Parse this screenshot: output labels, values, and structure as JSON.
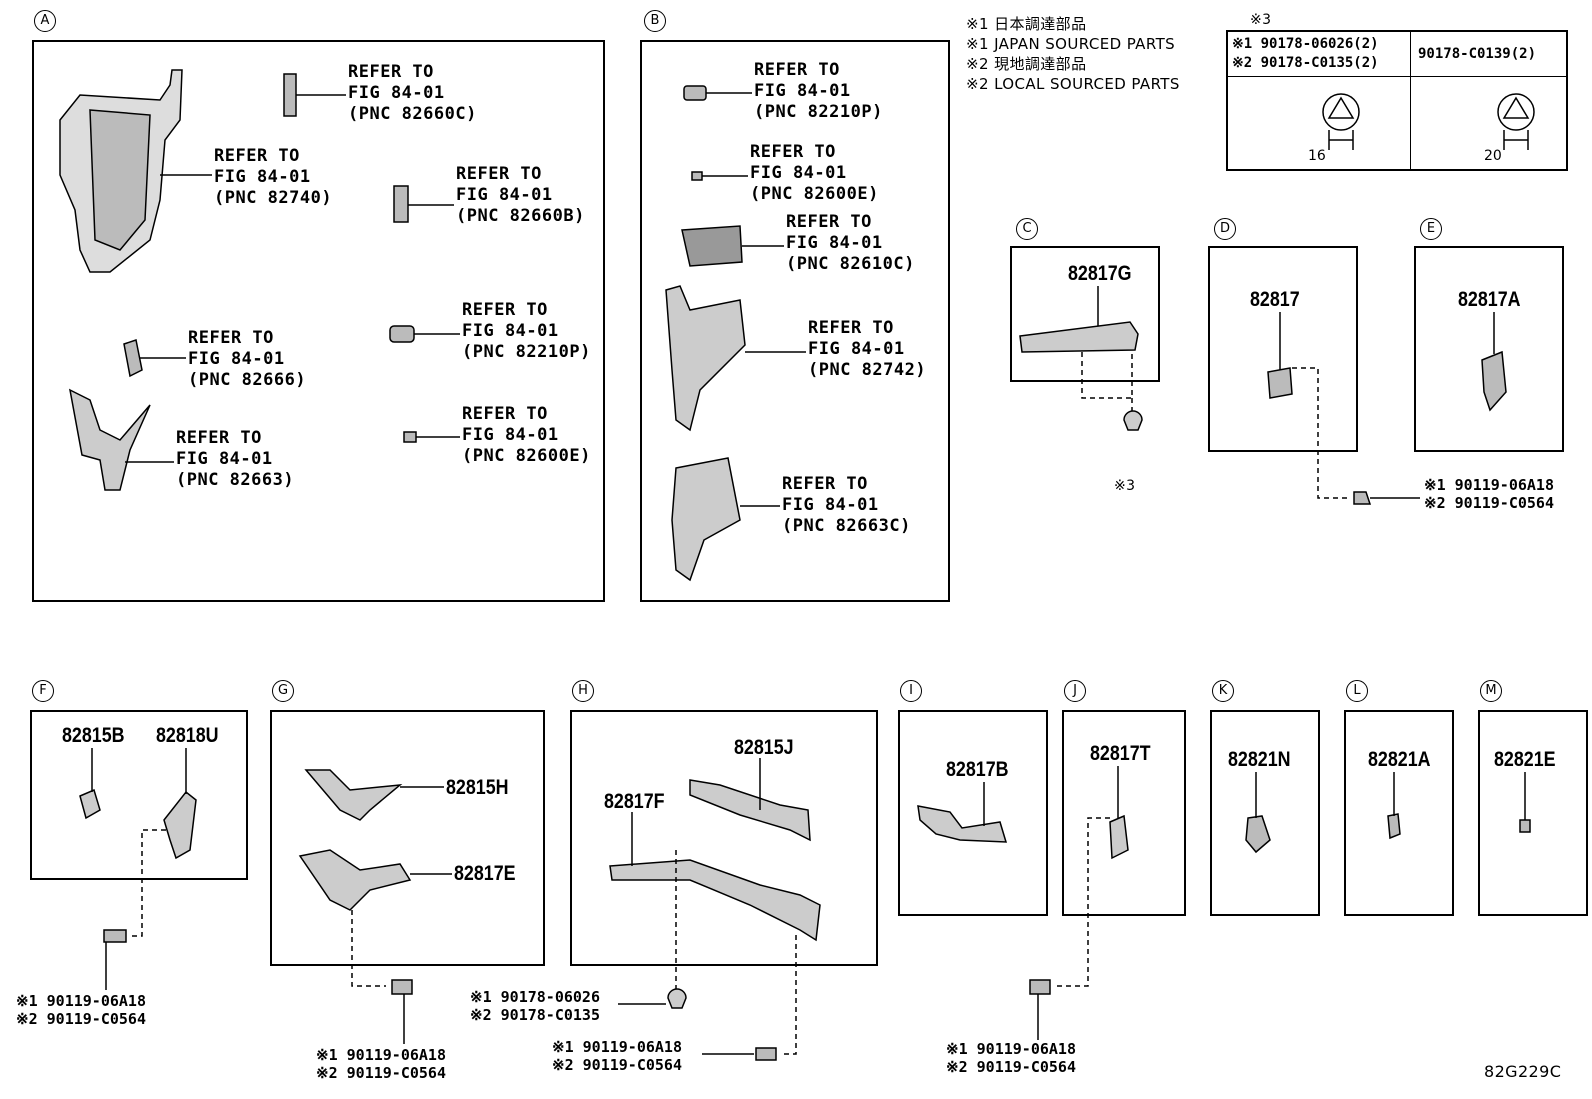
{
  "notes": {
    "line1": "※1 日本調達部品",
    "line2": "※1 JAPAN SOURCED PARTS",
    "line3": "※2 現地調達部品",
    "line4": "※2 LOCAL SOURCED PARTS"
  },
  "table": {
    "mark": "※3",
    "col1_line1": "※1 90178-06026(2)",
    "col1_line2": "※2 90178-C0135(2)",
    "col2": "90178-C0139(2)",
    "dim1": "16",
    "dim2": "20"
  },
  "sections": {
    "A": "A",
    "B": "B",
    "C": "C",
    "D": "D",
    "E": "E",
    "F": "F",
    "G": "G",
    "H": "H",
    "I": "I",
    "J": "J",
    "K": "K",
    "L": "L",
    "M": "M"
  },
  "refs": {
    "a1": "REFER TO\nFIG 84-01\n(PNC 82660C)",
    "a2": "REFER TO\nFIG 84-01\n(PNC 82740)",
    "a3": "REFER TO\nFIG 84-01\n(PNC 82660B)",
    "a4": "REFER TO\nFIG 84-01\n(PNC 82666)",
    "a5": "REFER TO\nFIG 84-01\n(PNC 82210P)",
    "a6": "REFER TO\nFIG 84-01\n(PNC 82663)",
    "a7": "REFER TO\nFIG 84-01\n(PNC 82600E)",
    "b1": "REFER TO\nFIG 84-01\n(PNC 82210P)",
    "b2": "REFER TO\nFIG 84-01\n(PNC 82600E)",
    "b3": "REFER TO\nFIG 84-01\n(PNC 82610C)",
    "b4": "REFER TO\nFIG 84-01\n(PNC 82742)",
    "b5": "REFER TO\nFIG 84-01\n(PNC 82663C)"
  },
  "parts": {
    "c": "82817G",
    "d": "82817",
    "e": "82817A",
    "f1": "82815B",
    "f2": "82818U",
    "g1": "82815H",
    "g2": "82817E",
    "h1": "82815J",
    "h2": "82817F",
    "i": "82817B",
    "j": "82817T",
    "k": "82821N",
    "l": "82821A",
    "m": "82821E"
  },
  "clip_c": "※3",
  "bolts": {
    "d": "※1 90119-06A18\n※2 90119-C0564",
    "f": "※1 90119-06A18\n※2 90119-C0564",
    "g": "※1 90119-06A18\n※2 90119-C0564",
    "h_clip": "※1 90178-06026\n※2 90178-C0135",
    "h_bolt": "※1 90119-06A18\n※2 90119-C0564",
    "j": "※1 90119-06A18\n※2 90119-C0564"
  },
  "figure_code": "82G229C"
}
